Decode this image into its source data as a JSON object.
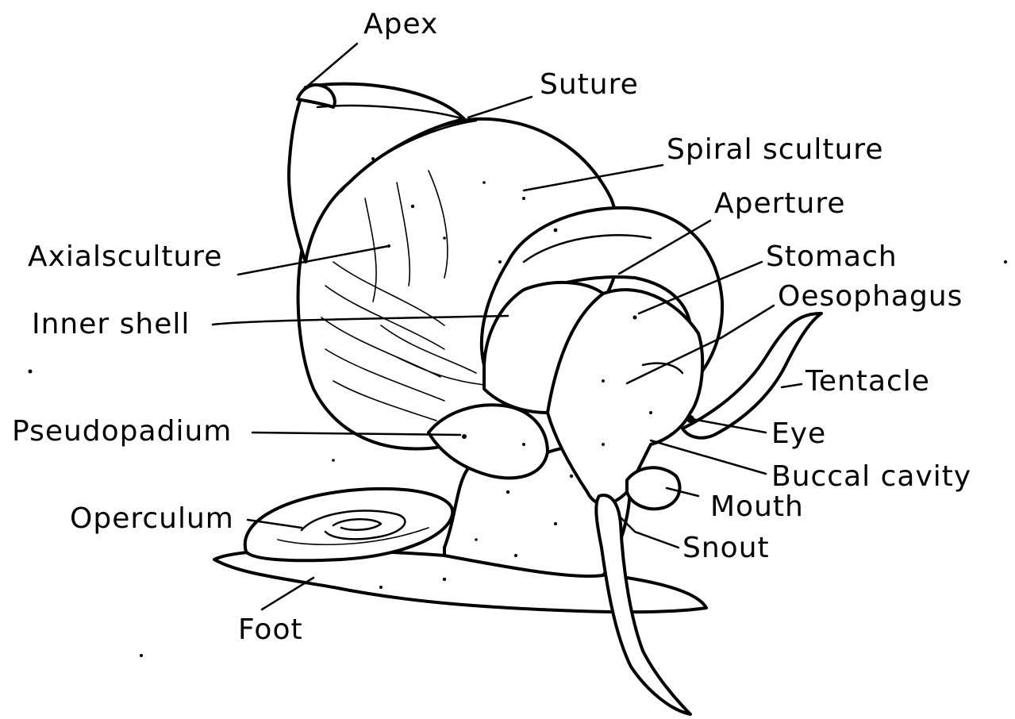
{
  "labels": {
    "apex": "Apex",
    "suture": "Suture",
    "spiral_sculture": "Spiral sculture",
    "aperture": "Aperture",
    "axial_sculture": "Axialsculture",
    "stomach": "Stomach",
    "oesophagus": "Oesophagus",
    "inner_shell": "Inner shell",
    "tentacle": "Tentacle",
    "pseudopadium": "Pseudopadium",
    "eye": "Eye",
    "buccal_cavity": "Buccal cavity",
    "mouth": "Mouth",
    "operculum": "Operculum",
    "snout": "Snout",
    "foot": "Foot"
  },
  "colors": {
    "ink": "#000000",
    "paper": "#ffffff"
  }
}
